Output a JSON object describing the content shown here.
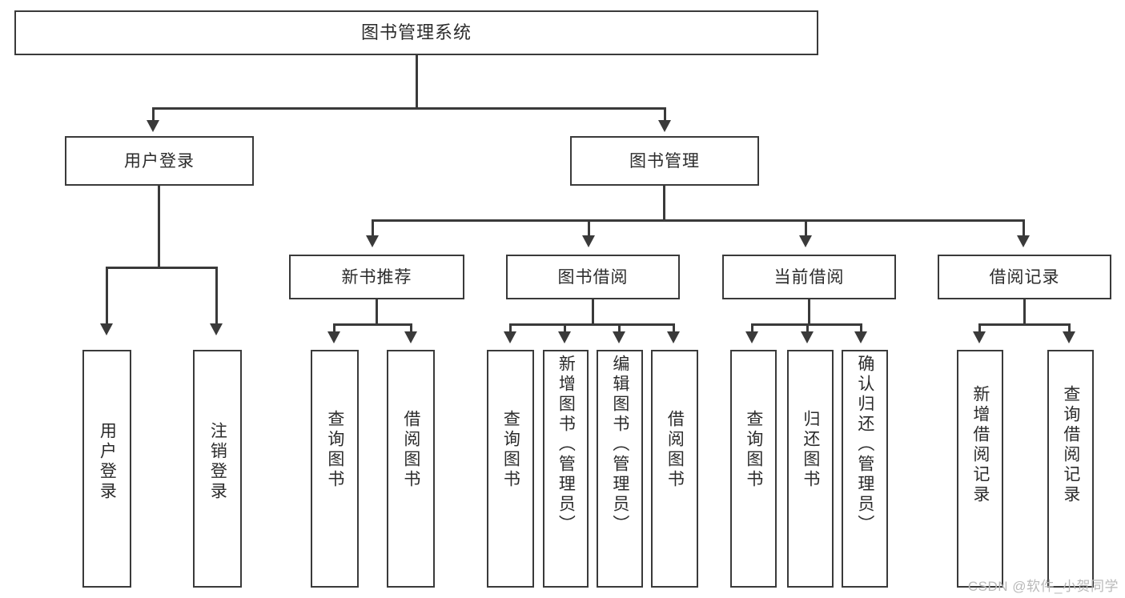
{
  "diagram": {
    "title": "图书管理系统",
    "type": "tree",
    "root": {
      "label": "图书管理系统"
    },
    "level2": [
      {
        "label": "用户登录"
      },
      {
        "label": "图书管理"
      }
    ],
    "level3": [
      {
        "label": "新书推荐"
      },
      {
        "label": "图书借阅"
      },
      {
        "label": "当前借阅"
      },
      {
        "label": "借阅记录"
      }
    ],
    "leaves": {
      "user_login": [
        {
          "label": "用户登录"
        },
        {
          "label": "注销登录"
        }
      ],
      "new_book": [
        {
          "label": "查询图书"
        },
        {
          "label": "借阅图书"
        }
      ],
      "book_borrow": [
        {
          "label": "查询图书"
        },
        {
          "label": "新增图书（管理员）"
        },
        {
          "label": "编辑图书（管理员）"
        },
        {
          "label": "借阅图书"
        }
      ],
      "current_borrow": [
        {
          "label": "查询图书"
        },
        {
          "label": "归还图书"
        },
        {
          "label": "确认归还（管理员）"
        }
      ],
      "borrow_record": [
        {
          "label": "新增借阅记录"
        },
        {
          "label": "查询借阅记录"
        }
      ]
    }
  },
  "watermark": {
    "text": "CSDN @软件_小贺同学"
  },
  "colors": {
    "stroke": "#3a3a3a",
    "text": "#2b2b2b",
    "background": "#ffffff",
    "watermark": "#b9b9b9"
  }
}
